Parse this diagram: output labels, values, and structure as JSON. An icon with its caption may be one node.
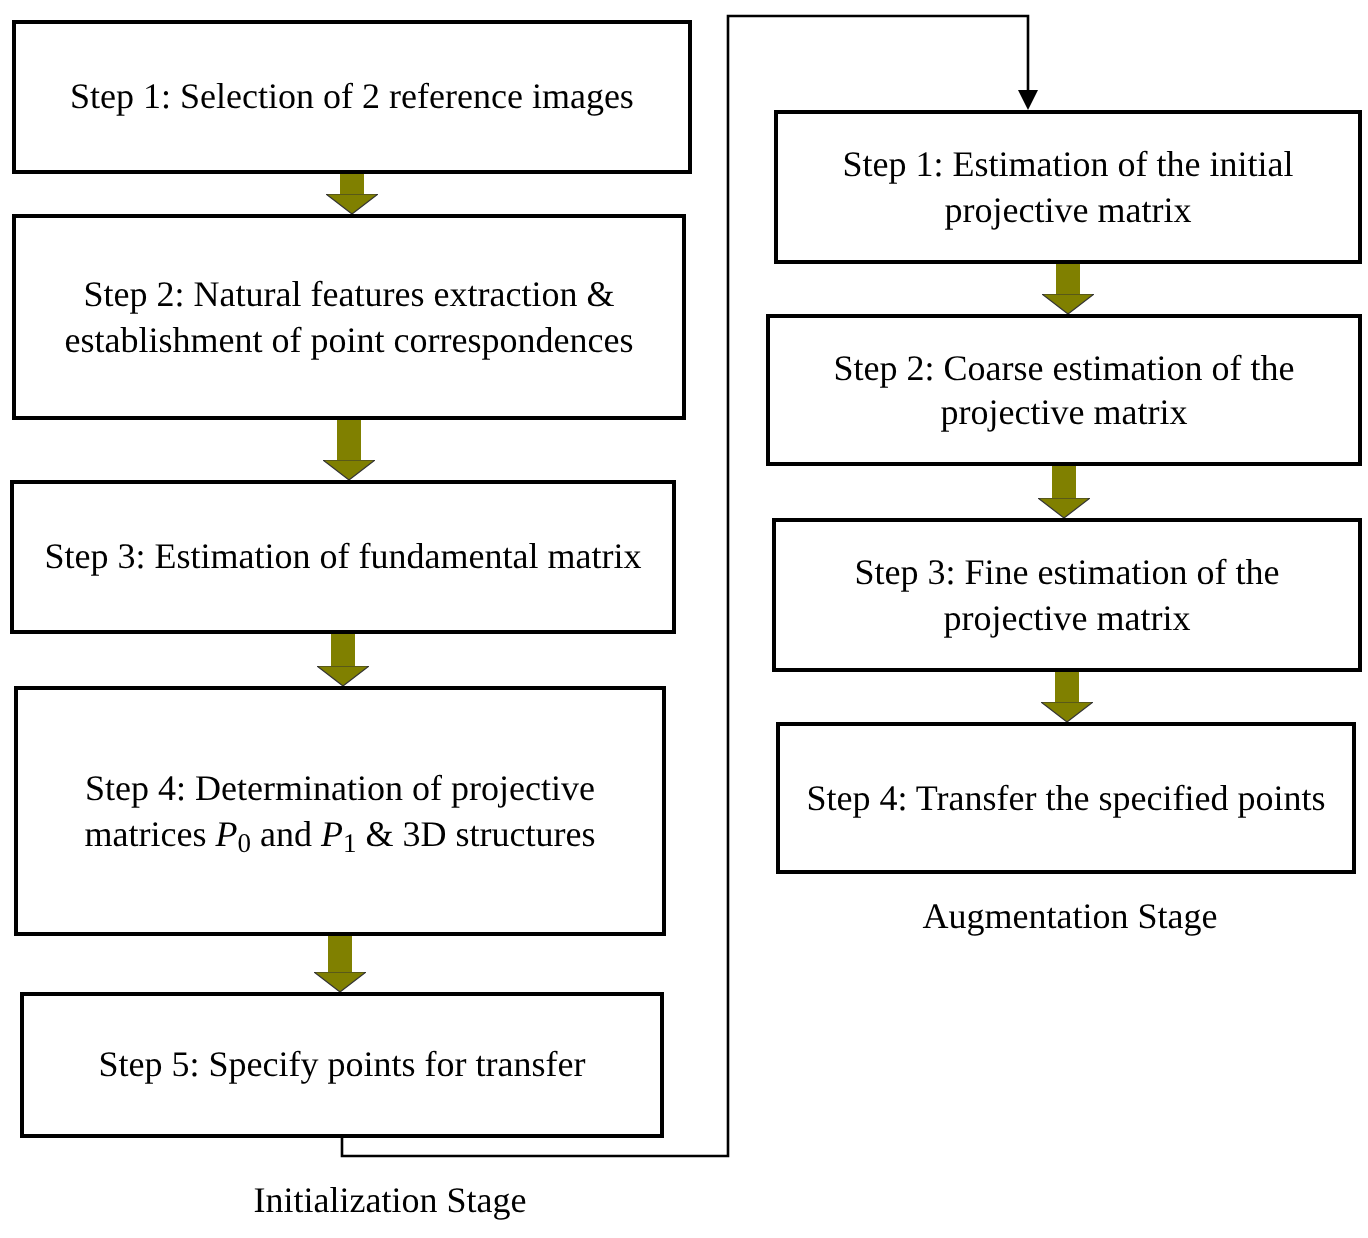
{
  "diagram": {
    "nodes": [
      {
        "text": [
          "Step 1: Selection of 2 reference images"
        ]
      },
      {
        "text": [
          "Step 2: Natural features extraction & establishment of point correspondences"
        ]
      },
      {
        "text": [
          "Step 3: Estimation of fundamental matrix"
        ]
      },
      {
        "text": [
          "Step 4: Determination of projective matrices *P*$_{0}$ and *P*$_{1}$ & 3D structures"
        ]
      },
      {
        "text": [
          "Step 5: Specify points for transfer"
        ]
      },
      {
        "text": [
          "Step 1: Estimation of the initial projective matrix"
        ]
      },
      {
        "text": [
          "Step 2: Coarse estimation of the projective matrix"
        ]
      },
      {
        "text": [
          "Step 3: Fine estimation of the projective matrix"
        ]
      },
      {
        "text": [
          "Step 4: Transfer the specified points"
        ]
      }
    ],
    "edges": [
      {
        "from": 0,
        "to": 1,
        "arrow": "to"
      },
      {
        "from": 1,
        "to": 2,
        "arrow": "to"
      },
      {
        "from": 2,
        "to": 3,
        "arrow": "to"
      },
      {
        "from": 3,
        "to": 4,
        "arrow": "to"
      },
      {
        "from": 4,
        "to": 5,
        "arrow": "to",
        "color": "#000000"
      },
      {
        "from": 5,
        "to": 6,
        "arrow": "to"
      },
      {
        "from": 6,
        "to": 7,
        "arrow": "to"
      },
      {
        "from": 7,
        "to": 8,
        "arrow": "to"
      }
    ],
    "labels": [
      "Augmentation Stage",
      "Initialization Stage"
    ]
  }
}
